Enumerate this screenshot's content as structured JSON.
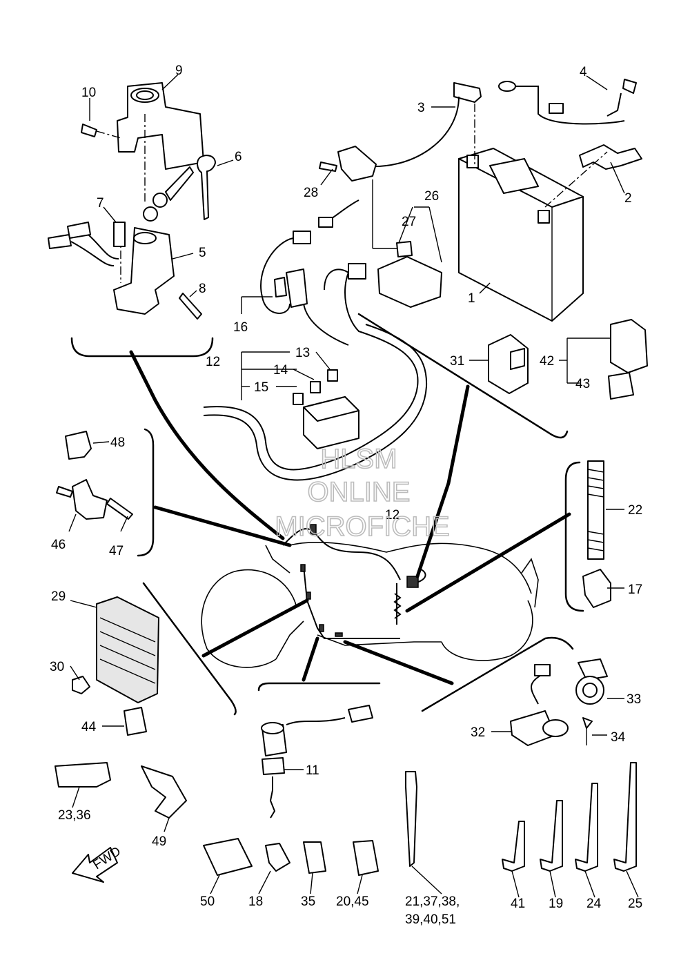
{
  "callouts": [
    "9",
    "10",
    "6",
    "7",
    "5",
    "8",
    "3",
    "4",
    "2",
    "28",
    "26",
    "27",
    "1",
    "16",
    "12",
    "13",
    "14",
    "15",
    "31",
    "42",
    "43",
    "48",
    "46",
    "47",
    "22",
    "17",
    "29",
    "30",
    "44",
    "23,36",
    "49",
    "11",
    "33",
    "32",
    "34",
    "50",
    "18",
    "35",
    "20,45",
    "21,37,38,",
    "39,40,51",
    "41",
    "19",
    "24",
    "25"
  ],
  "watermark": [
    "HLSM",
    "ONLINE",
    "MICROFICHE"
  ],
  "fwd_label": "FWD"
}
